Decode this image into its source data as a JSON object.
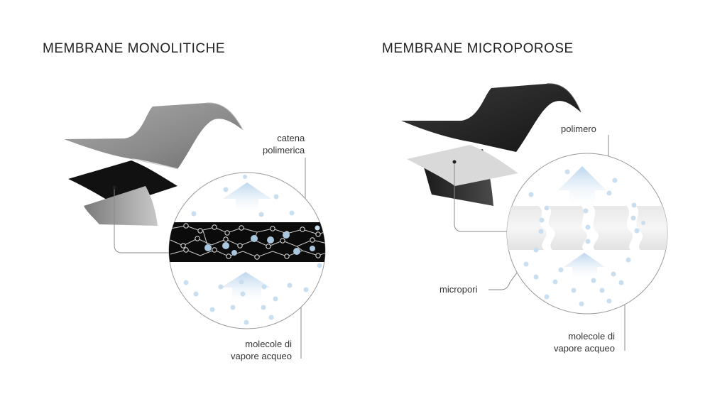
{
  "left_panel": {
    "title": "MEMBRANE MONOLITICHE",
    "label_chain_line1": "catena",
    "label_chain_line2": "polimerica",
    "label_molecules_line1": "molecole di",
    "label_molecules_line2": "vapore acqueo"
  },
  "right_panel": {
    "title": "MEMBRANE MICROPOROSE",
    "label_polymer": "polimero",
    "label_micropores": "micropori",
    "label_molecules_line1": "molecole di",
    "label_molecules_line2": "vapore acqueo"
  },
  "colors": {
    "molecule": "#c9dff0",
    "arrow": "#cfe3f3",
    "membrane_dark": "#0d0d0d",
    "membrane_grey": "#8e8e8e",
    "sheet_dark": "#2a2a2a",
    "sheet_light": "#d6d6d6",
    "leader_line": "#888888"
  }
}
